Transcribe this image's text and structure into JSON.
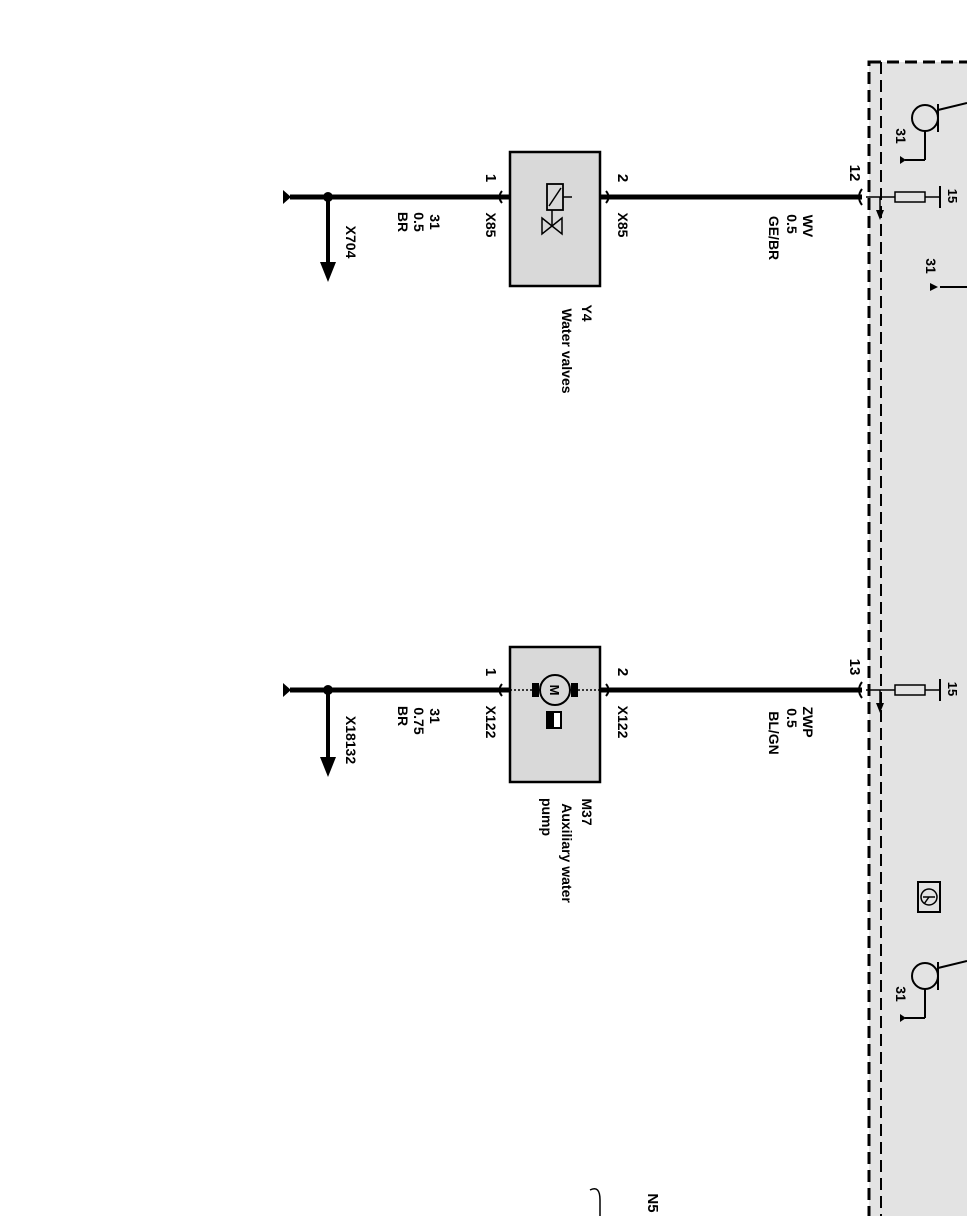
{
  "colors": {
    "wire": "#000000",
    "component_fill": "#d9d9d9",
    "module_fill": "#e3e3e3",
    "background": "#ffffff"
  },
  "circuits": [
    {
      "id": "water-valves",
      "component": {
        "code": "Y4",
        "label": "Water valves",
        "icon": "solenoid-valve-icon"
      },
      "pin_left": "1",
      "pin_right": "2",
      "connector_left": "X85",
      "connector_right": "X85",
      "wire_left": {
        "signal": "31",
        "gauge": "0.5",
        "color": "BR"
      },
      "wire_right": {
        "signal": "WV",
        "gauge": "0.5",
        "color": "GE/BR"
      },
      "ground_connector": "X704",
      "module_pin": "12",
      "module_ref": "15"
    },
    {
      "id": "auxiliary-water-pump",
      "component": {
        "code": "M37",
        "label_line1": "Auxiliary water",
        "label_line2": "pump",
        "icon": "motor-icon",
        "motor_letter": "M"
      },
      "pin_left": "1",
      "pin_right": "2",
      "connector_left": "X122",
      "connector_right": "X122",
      "wire_left": {
        "signal": "31",
        "gauge": "0.75",
        "color": "BR"
      },
      "wire_right": {
        "signal": "ZWP",
        "gauge": "0.5",
        "color": "BL/GN"
      },
      "ground_connector": "X18132",
      "module_pin": "13",
      "module_ref": "15"
    }
  ],
  "module": {
    "ground_labels": [
      "31",
      "31",
      "31"
    ],
    "part_label": "N5"
  }
}
